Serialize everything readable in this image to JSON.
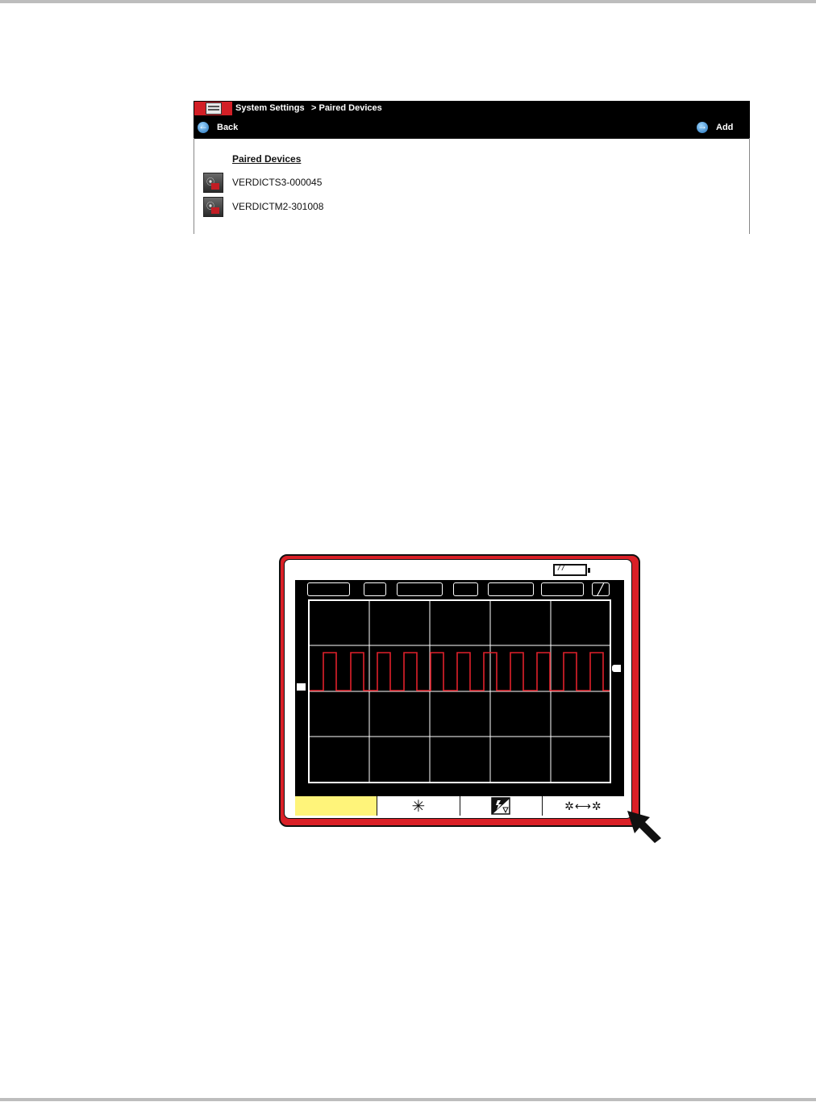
{
  "header": {
    "crumb_root": "System Settings",
    "crumb_current": "> Paired Devices",
    "back_label": "Back",
    "add_label": "Add",
    "back_icon": "back-arrow-icon",
    "add_icon": "forward-arrow-icon"
  },
  "paired": {
    "title": "Paired Devices",
    "devices": [
      {
        "name": "VERDICTS3-000045",
        "icon": "wireless-device-icon"
      },
      {
        "name": "VERDICTM2-301008",
        "icon": "wireless-device-icon"
      }
    ]
  },
  "scope": {
    "battery_glyph": "//",
    "trigger_glyph": "╱",
    "softkeys": [
      {
        "icon": "blank-softkey",
        "glyph": "",
        "selected": true
      },
      {
        "icon": "freeze-snowflake-icon",
        "glyph": "✳",
        "selected": false
      },
      {
        "icon": "brightness-contrast-icon",
        "glyph": "",
        "selected": false
      },
      {
        "icon": "bluetooth-connection-icon",
        "glyph": "✲⟷✲",
        "selected": false
      }
    ],
    "colors": {
      "trace": "#e0202a",
      "shell": "#da2027",
      "selected_key": "#fff47a"
    }
  }
}
